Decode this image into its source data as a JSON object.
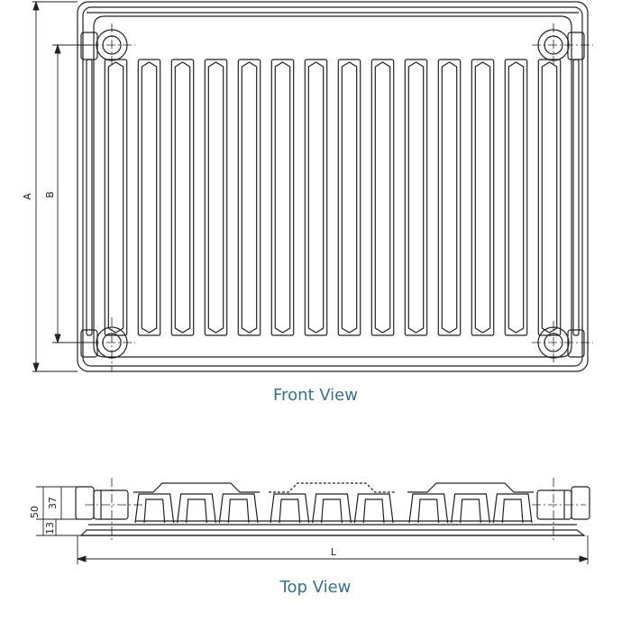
{
  "views": {
    "front_caption": "Front View",
    "top_caption": "Top View"
  },
  "dimensions": {
    "a": "A",
    "b": "B",
    "l": "L",
    "d50": "50",
    "d37": "37",
    "d13": "13"
  },
  "front_view": {
    "fin_count": 14
  },
  "top_view": {
    "convector_groups": 3,
    "fins_per_group": 3
  },
  "colors": {
    "line": "#222222",
    "caption": "#3d6f8a"
  }
}
